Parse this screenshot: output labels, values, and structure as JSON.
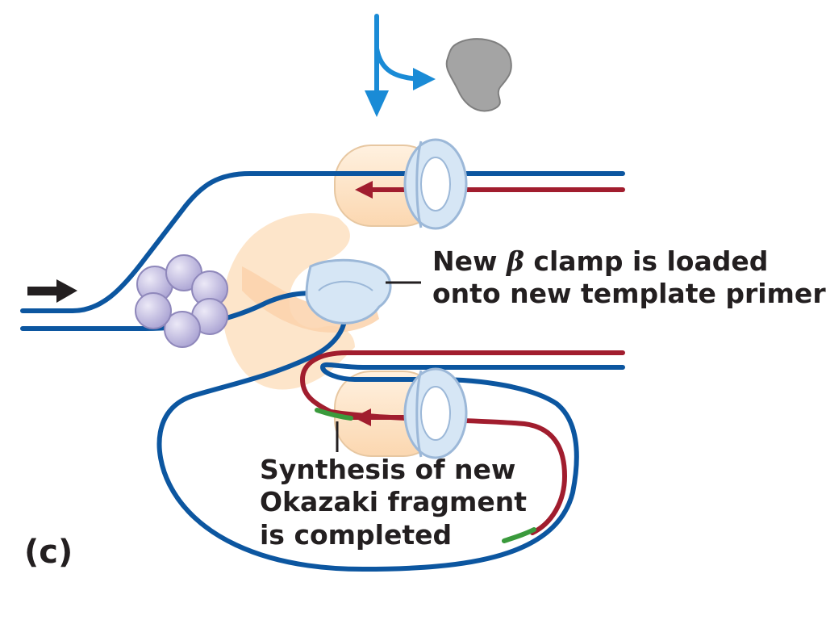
{
  "labels": {
    "clamp_prefix": "New ",
    "clamp_symbol": "β",
    "clamp_suffix": " clamp is loaded",
    "clamp_line2": "onto new template primer",
    "synthesis_line1": "Synthesis of new",
    "synthesis_line2": "Okazaki fragment",
    "synthesis_line3": "is completed",
    "panel": "(c)"
  },
  "colors": {
    "template_strand": "#0c56a0",
    "new_strand": "#a11d2e",
    "rna_primer": "#3a9a3c",
    "polymerase_core": "#fde2c4",
    "beta_clamp": "#d6e6f5",
    "helicase": "#c8c3e3",
    "released_clamp_loader": "#a4a4a4",
    "arrow": "#1a8bd6",
    "pointer": "#231f20"
  },
  "icons": {
    "clamp_loader_arrow": "split-arrow-icon",
    "fork_direction": "right-arrow-icon"
  }
}
